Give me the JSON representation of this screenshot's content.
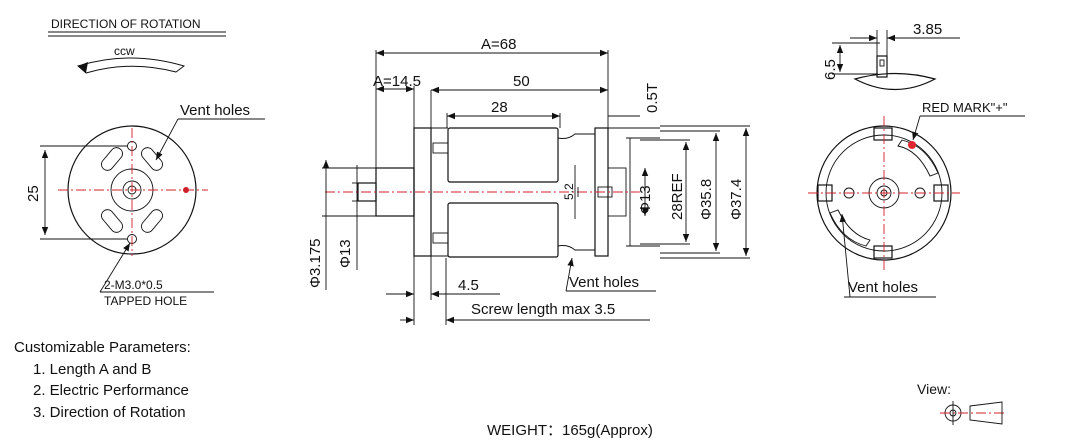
{
  "labels": {
    "direction_title": "DIRECTION OF ROTATION",
    "ccw": "ccw",
    "vent_holes": "Vent holes",
    "tapped_hole_spec": "2-M3.0*0.5",
    "tapped_hole": "TAPPED HOLE",
    "red_mark": "RED MARK\"+\"",
    "screw_length": "Screw length max 3.5",
    "view": "View:"
  },
  "dimensions": {
    "overall_length": "A=68",
    "shaft_length": "A=14.5",
    "body_length": "50",
    "can_length": "28",
    "end_cap_thickness": "0.5T",
    "front_height": "25",
    "shaft_diameter": "Φ3.175",
    "boss_diameter": "Φ13",
    "back_boss_diameter": "Φ13",
    "terminal_pitch": "5.2",
    "terminal_ref": "28REF",
    "body_diameter_inner": "Φ35.8",
    "body_diameter_outer": "Φ37.4",
    "boss_offset": "4.5",
    "terminal_height": "6.5",
    "terminal_width": "3.85"
  },
  "parameters": {
    "title": "Customizable Parameters:",
    "items": [
      "1. Length A and B",
      "2. Electric Performance",
      "3. Direction of Rotation"
    ]
  },
  "weight": "WEIGHT：165g(Approx)",
  "colors": {
    "center_line": "#d0202a",
    "red_mark": "#e0262e",
    "line": "#111111"
  }
}
